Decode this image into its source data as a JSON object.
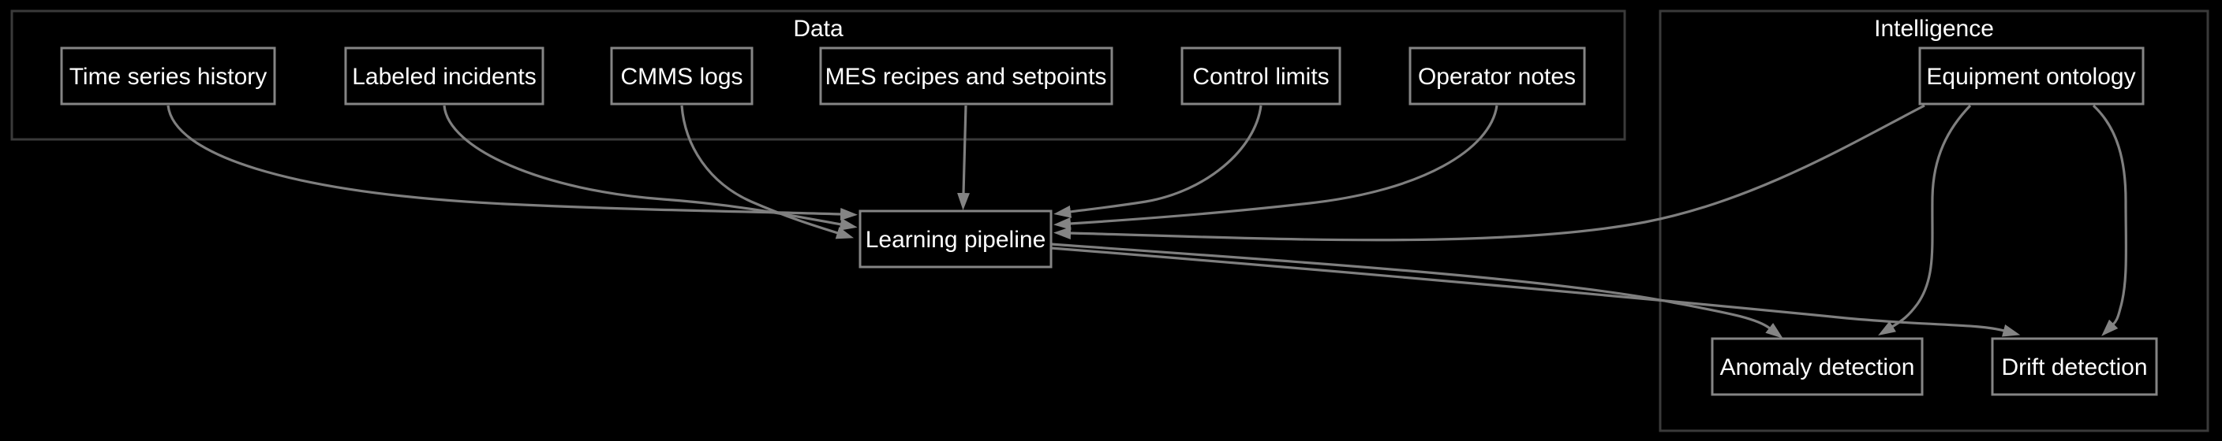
{
  "diagram": {
    "type": "graph",
    "background_color": "#000000",
    "edge_color": "#7f7f7f",
    "arrowhead_color": "#848484",
    "node_border_color": "#858585",
    "cluster_border_color": "#3a3a3a",
    "text_color": "#ffffff",
    "clusters": [
      {
        "id": "data",
        "label": "Data"
      },
      {
        "id": "intelligence",
        "label": "Intelligence"
      }
    ],
    "nodes": [
      {
        "id": "time-series-history",
        "label": "Time series history",
        "cluster": "data"
      },
      {
        "id": "labeled-incidents",
        "label": "Labeled incidents",
        "cluster": "data"
      },
      {
        "id": "cmms-logs",
        "label": "CMMS logs",
        "cluster": "data"
      },
      {
        "id": "mes-recipes-and-setpoints",
        "label": "MES recipes and setpoints",
        "cluster": "data"
      },
      {
        "id": "control-limits",
        "label": "Control limits",
        "cluster": "data"
      },
      {
        "id": "operator-notes",
        "label": "Operator notes",
        "cluster": "data"
      },
      {
        "id": "equipment-ontology",
        "label": "Equipment ontology",
        "cluster": "intelligence"
      },
      {
        "id": "learning-pipeline",
        "label": "Learning pipeline",
        "cluster": null
      },
      {
        "id": "anomaly-detection",
        "label": "Anomaly detection",
        "cluster": "intelligence"
      },
      {
        "id": "drift-detection",
        "label": "Drift detection",
        "cluster": "intelligence"
      }
    ],
    "edges": [
      {
        "from": "time-series-history",
        "to": "learning-pipeline"
      },
      {
        "from": "labeled-incidents",
        "to": "learning-pipeline"
      },
      {
        "from": "cmms-logs",
        "to": "learning-pipeline"
      },
      {
        "from": "mes-recipes-and-setpoints",
        "to": "learning-pipeline"
      },
      {
        "from": "control-limits",
        "to": "learning-pipeline"
      },
      {
        "from": "operator-notes",
        "to": "learning-pipeline"
      },
      {
        "from": "equipment-ontology",
        "to": "learning-pipeline"
      },
      {
        "from": "equipment-ontology",
        "to": "anomaly-detection"
      },
      {
        "from": "equipment-ontology",
        "to": "drift-detection"
      },
      {
        "from": "learning-pipeline",
        "to": "anomaly-detection"
      },
      {
        "from": "learning-pipeline",
        "to": "drift-detection"
      }
    ]
  }
}
